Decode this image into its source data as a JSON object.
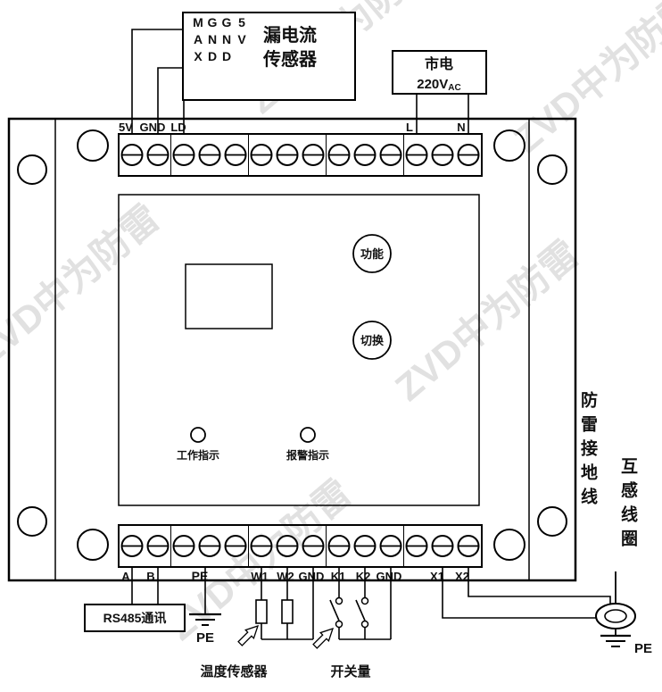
{
  "watermark": {
    "text": "ZVD中为防雷"
  },
  "sensor": {
    "title_line1": "漏电流",
    "title_line2": "传感器",
    "pins": [
      "MAX",
      "GND",
      "GND",
      "5V"
    ]
  },
  "mains": {
    "name": "市电",
    "voltage": "220V",
    "voltage_unit": "AC"
  },
  "top_strip": {
    "labels": [
      "5V",
      "GND",
      "LD",
      "L",
      "N"
    ]
  },
  "panel": {
    "button_top": "功能",
    "button_bottom": "切换",
    "indicator_left": "工作指示",
    "indicator_right": "报警指示"
  },
  "bottom_strip": {
    "labels": [
      "A",
      "B",
      "PE",
      "W1",
      "W2",
      "GND",
      "K1",
      "K2",
      "GND",
      "X1",
      "X2"
    ]
  },
  "bottom": {
    "rs485": "RS485通讯",
    "pe_left": "PE",
    "temp_label": "温度传感器",
    "switch_label": "开关量",
    "pe_right": "PE"
  },
  "right": {
    "ground_wire": "防雷接地线",
    "ct_coil": "互感线圈"
  }
}
